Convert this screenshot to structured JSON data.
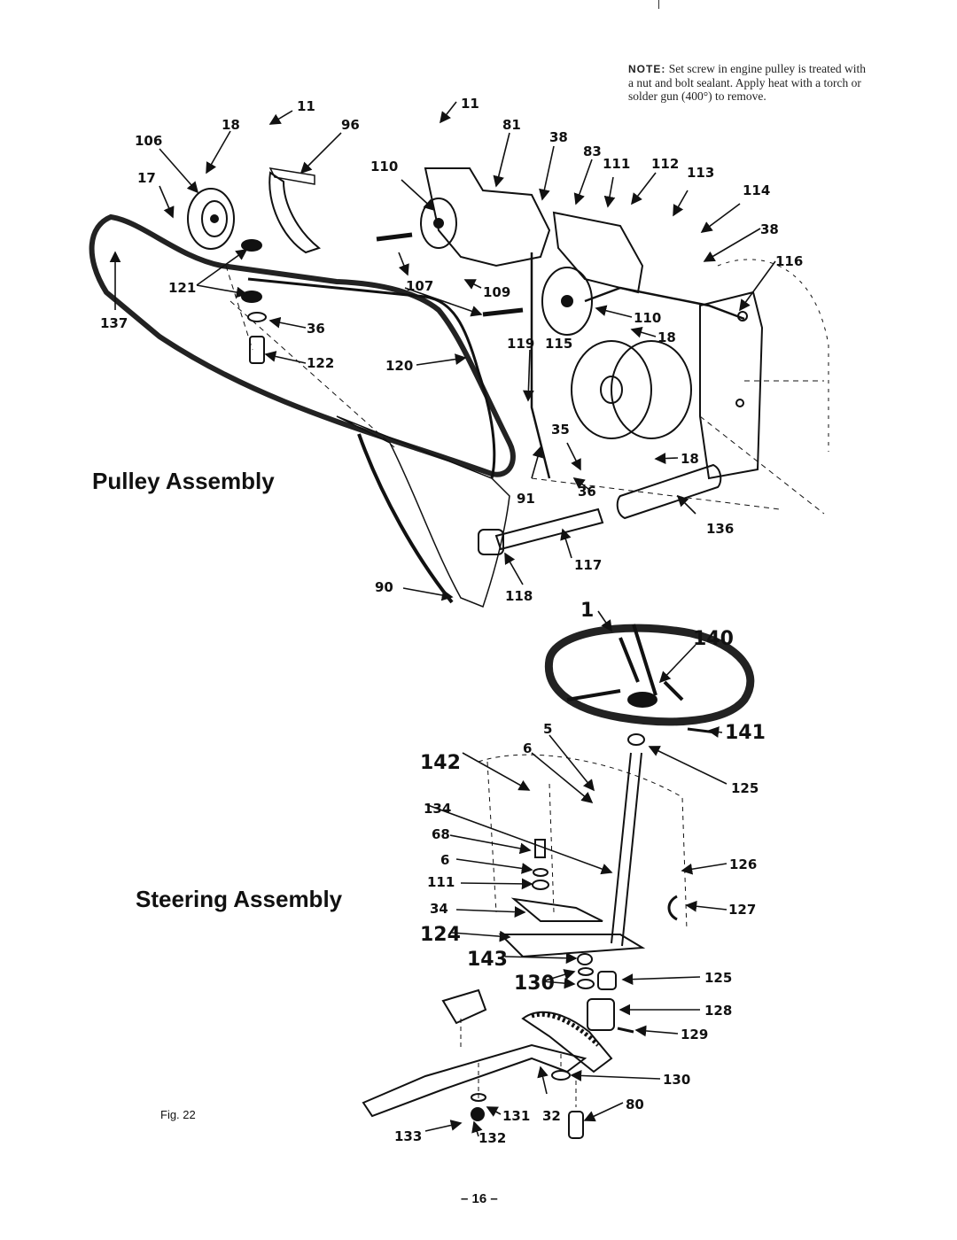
{
  "note": {
    "label": "NOTE:",
    "text": "Set screw in engine pulley is treated with a nut and bolt sealant. Apply heat with a torch or solder gun (400°) to remove."
  },
  "pulley_title": "Pulley Assembly",
  "steering_title": "Steering Assembly",
  "figure_label": "Fig. 22",
  "page_number": "– 16 –",
  "callouts": {
    "c11a": "11",
    "c18a": "18",
    "c96": "96",
    "c106": "106",
    "c17": "17",
    "c121": "121",
    "c137": "137",
    "c36a": "36",
    "c122": "122",
    "c11b": "11",
    "c81": "81",
    "c38a": "38",
    "c83": "83",
    "c110a": "110",
    "c111a": "111",
    "c112": "112",
    "c113": "113",
    "c114": "114",
    "c38b": "38",
    "c116": "116",
    "c107": "107",
    "c109": "109",
    "c110b": "110",
    "c18b": "18",
    "c119": "119",
    "c115": "115",
    "c120": "120",
    "c35": "35",
    "c18c": "18",
    "c91": "91",
    "c36b": "36",
    "c136": "136",
    "c117": "117",
    "c90": "90",
    "c118": "118",
    "c1": "1",
    "c140": "140",
    "c5": "5",
    "c6a": "6",
    "c141": "141",
    "c142": "142",
    "c125a": "125",
    "c134": "134",
    "c68": "68",
    "c6b": "6",
    "c111b": "111",
    "c126": "126",
    "c34": "34",
    "c127": "127",
    "c124": "124",
    "c143": "143",
    "c130a": "130",
    "c125b": "125",
    "c128": "128",
    "c129": "129",
    "c130b": "130",
    "c80": "80",
    "c131": "131",
    "c32": "32",
    "c133": "133",
    "c132": "132"
  }
}
